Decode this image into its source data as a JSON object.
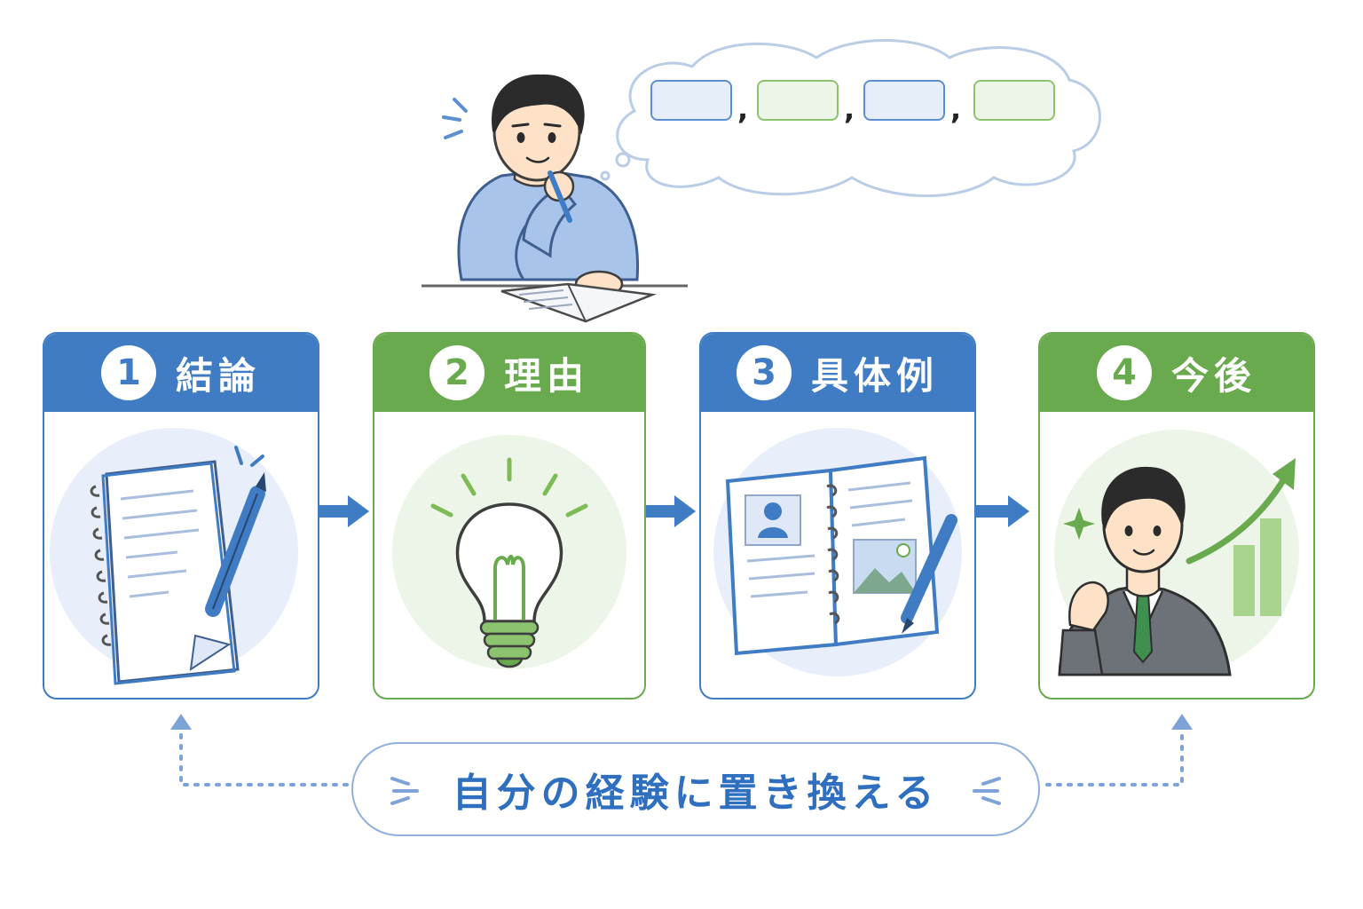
{
  "steps": [
    {
      "number": "1",
      "label": "結論",
      "color": "#3f7cc4",
      "icon": "notebook-pencil-icon"
    },
    {
      "number": "2",
      "label": "理由",
      "color": "#6aaa4e",
      "icon": "lightbulb-icon"
    },
    {
      "number": "3",
      "label": "具体例",
      "color": "#3f7cc4",
      "icon": "photo-album-icon"
    },
    {
      "number": "4",
      "label": "今後",
      "color": "#6aaa4e",
      "icon": "businessman-growth-icon"
    }
  ],
  "thought_bubble": {
    "separator": ",",
    "slots": [
      "blue",
      "green",
      "blue",
      "green"
    ]
  },
  "caption": {
    "text": "自分の経験に置き換える",
    "color": "#2f6fc0"
  },
  "colors": {
    "blue": "#3f7cc4",
    "green": "#6aaa4e",
    "light_blue": "#e6eefa",
    "light_green": "#edf5e8"
  }
}
